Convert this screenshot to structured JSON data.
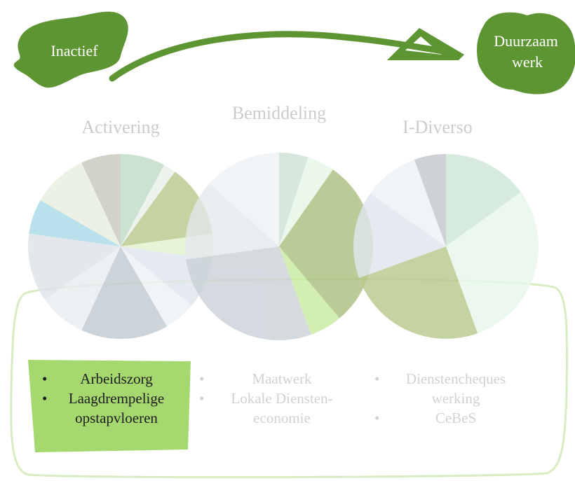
{
  "top": {
    "start_label": "Inactief",
    "end_label_line1": "Duurzaam",
    "end_label_line2": "werk"
  },
  "colors": {
    "brand_green": "#5c9532",
    "highlight_green": "#a6d870",
    "dim_text": "#c9cccf"
  },
  "circles": [
    {
      "title": "Activering",
      "bullets": [
        "•",
        "•"
      ],
      "items": [
        "Arbeidszorg",
        "Laagdrempelige",
        "opstapvloeren"
      ]
    },
    {
      "title": "Bemiddeling",
      "bullets": [
        "•",
        "•"
      ],
      "items": [
        "Maatwerk",
        "Lokale Diensten-",
        "economie"
      ]
    },
    {
      "title": "I-Diverso",
      "bullets": [
        "•",
        "•"
      ],
      "items": [
        "Dienstencheques",
        "werking",
        "CeBeS"
      ]
    }
  ]
}
